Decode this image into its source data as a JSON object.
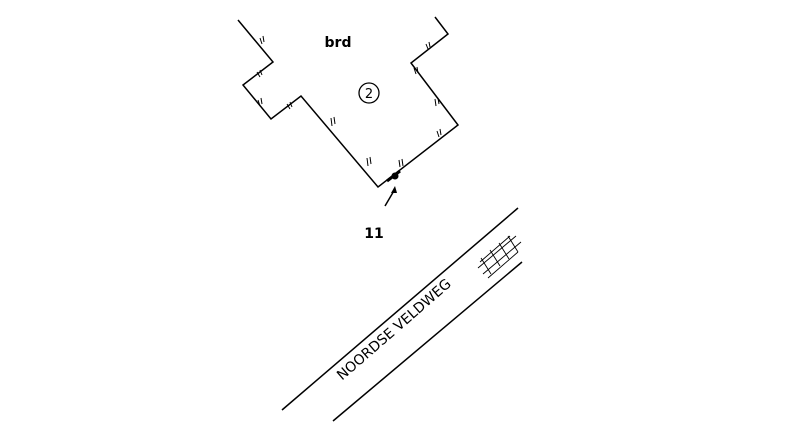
{
  "map": {
    "parcel_label": "brd",
    "parcel_number": "2",
    "point_number": "11",
    "road_name": "NOORDSE VELDWEG",
    "line_color": "#000000",
    "background_color": "#ffffff"
  }
}
